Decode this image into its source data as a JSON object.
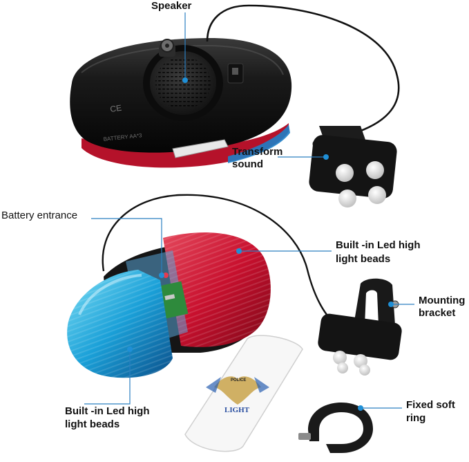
{
  "labels": {
    "speaker": "Speaker",
    "transform_sound_1": "Transform",
    "transform_sound_2": "sound",
    "battery_entrance": "Battery entrance",
    "led_top_1": "Built -in Led high",
    "led_top_2": "light beads",
    "mounting_1": "Mounting",
    "mounting_2": "bracket",
    "led_bottom_1": "Built -in Led high",
    "led_bottom_2": "light beads",
    "fixed_ring_1": "Fixed soft",
    "fixed_ring_2": "ring"
  },
  "product_text": {
    "ce_mark": "CE",
    "battery_print": "BATTERY AA*3",
    "police_badge": "POLICE",
    "light_word": "LIGHT"
  },
  "colors": {
    "leader_line": "#2a7fc1",
    "leader_dot": "#1f8fd6",
    "housing_black": "#161616",
    "red_lens": "#c8102e",
    "blue_lens": "#1aa0d8",
    "button_white": "#e9e9e9"
  }
}
